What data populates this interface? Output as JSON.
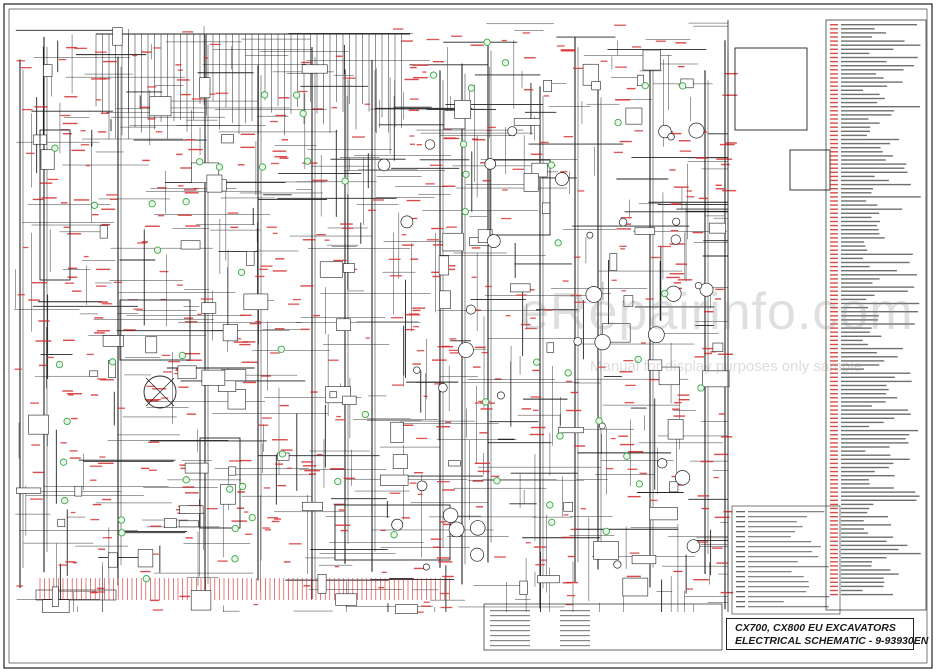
{
  "title_block": {
    "line1": "CX700, CX800 EU EXCAVATORS",
    "line2": "ELECTRICAL SCHEMATIC - 9-93930EN"
  },
  "watermark": {
    "text": "eRepairinfo.com",
    "sub": "Manual for display purposes only sample"
  },
  "colors": {
    "wire": "#222222",
    "label": "#d42a2a",
    "badge": "#3aa845",
    "paper": "#ffffff"
  }
}
